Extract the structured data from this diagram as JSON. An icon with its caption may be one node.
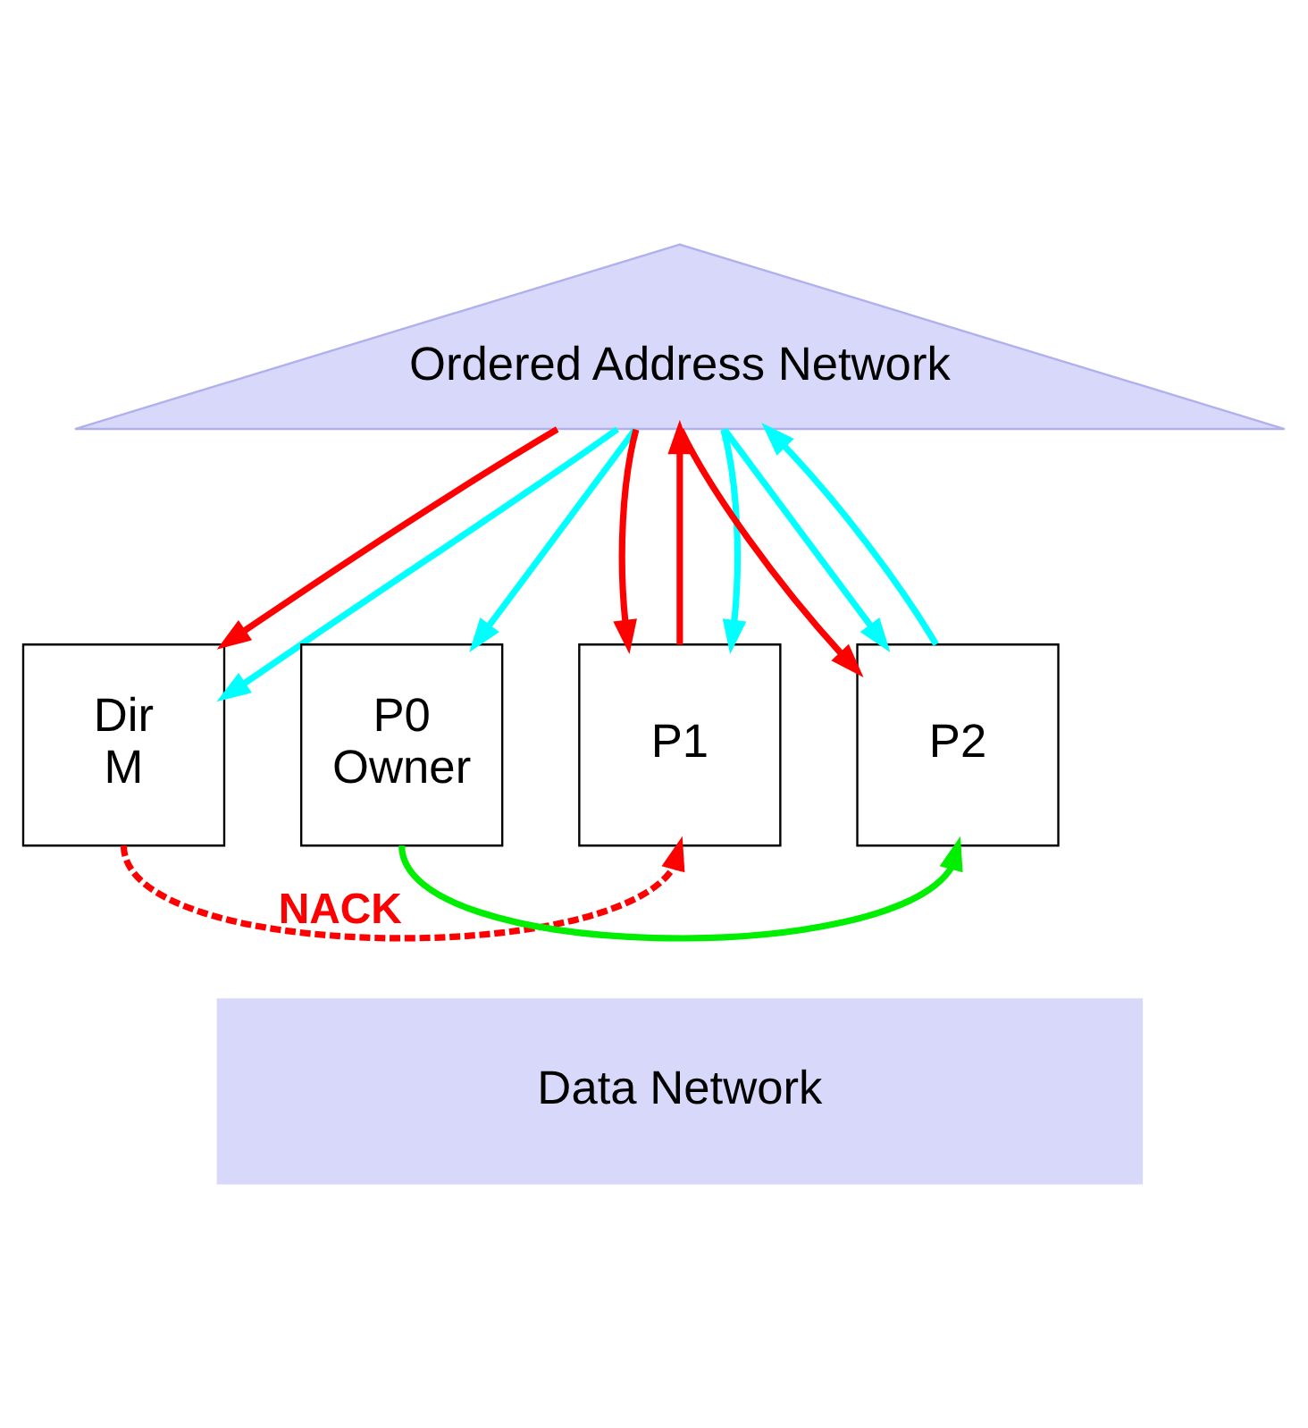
{
  "diagram": {
    "nodes": [
      {
        "text": [
          "Ordered Address Network"
        ]
      },
      {
        "text": [
          "Dir",
          "M"
        ]
      },
      {
        "text": [
          "P0",
          "Owner"
        ]
      },
      {
        "text": [
          "P1"
        ]
      },
      {
        "text": [
          "P2"
        ]
      },
      {
        "text": [
          "Data Network"
        ]
      }
    ],
    "edges": [
      {
        "from": 3,
        "to": 0,
        "arrow": "to",
        "color": "#ff0000"
      },
      {
        "from": 0,
        "to": 1,
        "arrow": "to",
        "color": "#ff0000"
      },
      {
        "from": 0,
        "to": 3,
        "arrow": "to",
        "color": "#ff0000"
      },
      {
        "from": 0,
        "to": 4,
        "arrow": "to",
        "color": "#ff0000"
      },
      {
        "from": 0,
        "to": 1,
        "arrow": "to",
        "color": "#00ffff"
      },
      {
        "from": 0,
        "to": 2,
        "arrow": "to",
        "color": "#00ffff"
      },
      {
        "from": 0,
        "to": 3,
        "arrow": "to",
        "color": "#00ffff"
      },
      {
        "from": 0,
        "to": 4,
        "arrow": "to",
        "color": "#00ffff"
      },
      {
        "from": 4,
        "to": 0,
        "arrow": "to",
        "color": "#00ffff"
      },
      {
        "from": 2,
        "to": 4,
        "arrow": "to",
        "color": "#00ee00"
      },
      {
        "from": 1,
        "to": 3,
        "arrow": "to",
        "style": "dashed",
        "color": "#ff0000",
        "label": "NACK"
      }
    ]
  }
}
